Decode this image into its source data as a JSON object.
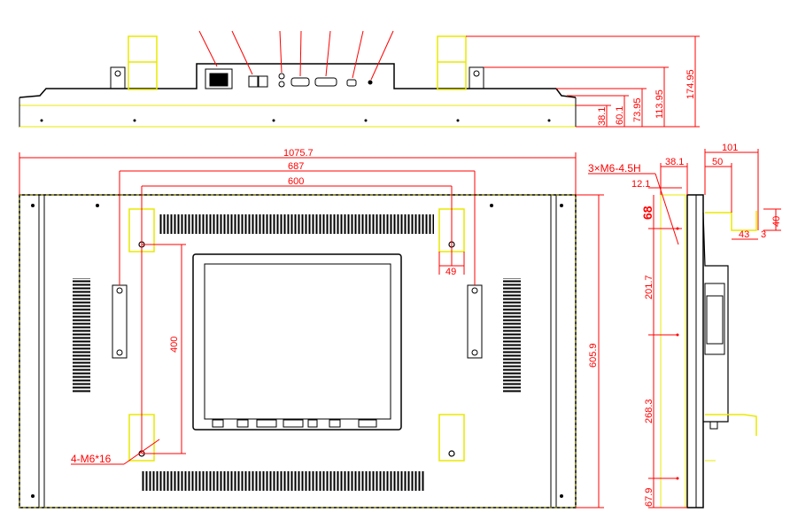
{
  "colors": {
    "outline": "#000000",
    "dimension": "#ff0000",
    "bracket": "#e8e800",
    "background": "#ffffff"
  },
  "top_view": {
    "dims": {
      "d174": "174.95",
      "d113": "113.95",
      "d73": "73.95",
      "d60": "60.1",
      "d38": "38.1"
    }
  },
  "front_view": {
    "dims": {
      "width_total": "1075.7",
      "w687": "687",
      "w600": "600",
      "w49": "49",
      "h400": "400",
      "h605": "605.9"
    },
    "notes": {
      "screw": "4-M6*16"
    }
  },
  "side_view": {
    "dims": {
      "d101": "101",
      "d50": "50",
      "d40": "40",
      "d43": "43",
      "d3": "3",
      "d38": "38.1",
      "d12": "12.1",
      "d68": "68",
      "d201": "201.7",
      "d268": "268.3",
      "d67": "67.9"
    },
    "notes": {
      "hole": "3×M6-4.5H"
    }
  }
}
